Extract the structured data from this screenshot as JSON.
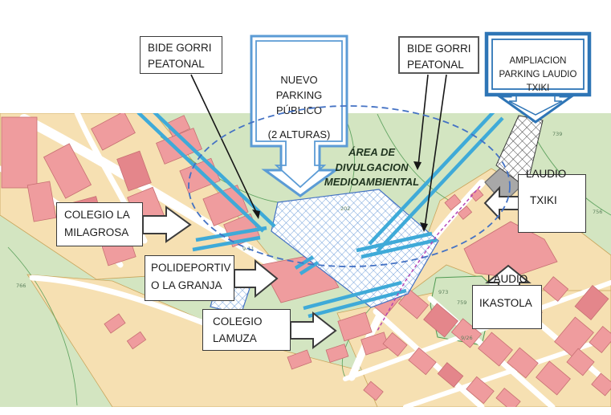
{
  "callouts": {
    "bide_gorri_left": {
      "line1": "BIDE GORRI",
      "line2": "PEATONAL"
    },
    "bide_gorri_right": {
      "line1": "BIDE GORRI",
      "line2": "PEATONAL"
    },
    "nuevo_parking": {
      "line1": "NUEVO",
      "line2": "PARKING",
      "line3": "PÚBLICO",
      "line4": "(2 ALTURAS)"
    },
    "ampliacion_parking": {
      "line1": "AMPLIACION",
      "line2": "PARKING LAUDIO",
      "line3": "TXIKI"
    },
    "area_divulgacion": {
      "line1": "ÁREA DE",
      "line2": "DIVULGACION",
      "line3": "MEDIOAMBIENTAL"
    },
    "colegio_milagrosa": {
      "line1": "COLEGIO LA",
      "line2": "MILAGROSA"
    },
    "polideportivo": {
      "line1": "POLIDEPORTIV",
      "line2": "O LA GRANJA"
    },
    "colegio_lamuza": {
      "line1": "COLEGIO",
      "line2": "LAMUZA"
    },
    "laudio_txiki": {
      "line1": "LAUDIO",
      "line2": "TXIKI"
    },
    "laudio_ikastola": {
      "line1": "LAUDIO",
      "line2": "IKASTOLA"
    }
  },
  "map_labels": [
    {
      "text": "739"
    },
    {
      "text": "756"
    },
    {
      "text": "9-11"
    },
    {
      "text": "973"
    },
    {
      "text": "759"
    },
    {
      "text": "9/26"
    },
    {
      "text": "202"
    },
    {
      "text": "766"
    }
  ],
  "colors": {
    "map_green": "#d3e5c1",
    "tan": "#f6e0b2",
    "tan_line": "#c9a55c",
    "pink": "#ef9c9e",
    "pink_line": "#c76f72",
    "blue_path": "#3faad8",
    "callout_blue_light": "#5b9bd5",
    "callout_blue_dark": "#2e75b6",
    "ellipse_blue": "#4472c4",
    "purple": "#b340b3",
    "green_line": "#4f9a52"
  }
}
